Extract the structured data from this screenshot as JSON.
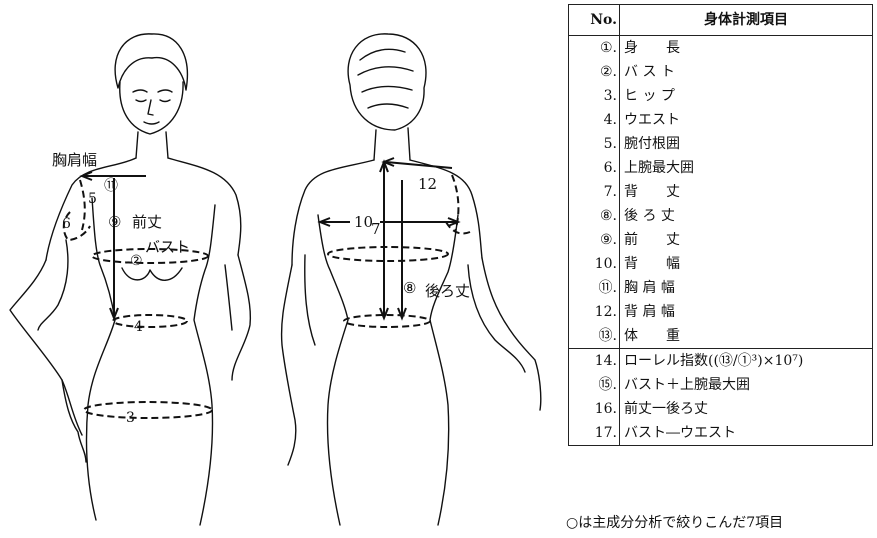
{
  "figure": {
    "front_labels": {
      "kyoukata_haba": "胸肩幅",
      "n11": "⑪",
      "n5": "5",
      "n6": "6",
      "n9": "⑨",
      "maetake": "前丈",
      "n2": "②",
      "bust": "バスト",
      "n4": "4",
      "n3": "3"
    },
    "back_labels": {
      "n10": "10",
      "n7": "7",
      "n12": "12",
      "n8": "⑧",
      "ushirotake": "後ろ丈"
    }
  },
  "table": {
    "header_no": "No.",
    "header_item": "身体計測項目",
    "rows": [
      {
        "no": "①.",
        "item": "身　　長"
      },
      {
        "no": "②.",
        "item": "バ ス ト"
      },
      {
        "no": "3.",
        "item": "ヒ ッ プ"
      },
      {
        "no": "4.",
        "item": "ウエスト"
      },
      {
        "no": "5.",
        "item": "腕付根囲"
      },
      {
        "no": "6.",
        "item": "上腕最大囲"
      },
      {
        "no": "7.",
        "item": "背　　丈"
      },
      {
        "no": "⑧.",
        "item": "後 ろ 丈"
      },
      {
        "no": "⑨.",
        "item": "前　　丈"
      },
      {
        "no": "10.",
        "item": "背　　幅"
      },
      {
        "no": "⑪.",
        "item": "胸 肩 幅"
      },
      {
        "no": "12.",
        "item": "背 肩 幅"
      },
      {
        "no": "⑬.",
        "item": "体　　重"
      },
      {
        "no": "14.",
        "item": "ローレル指数((⑬/①³)×10⁷)"
      },
      {
        "no": "⑮.",
        "item": "バスト＋上腕最大囲"
      },
      {
        "no": "16.",
        "item": "前丈一後ろ丈"
      },
      {
        "no": "17.",
        "item": "バスト―ウエスト"
      }
    ],
    "note": "○は主成分分析で絞りこんだ7項目"
  }
}
